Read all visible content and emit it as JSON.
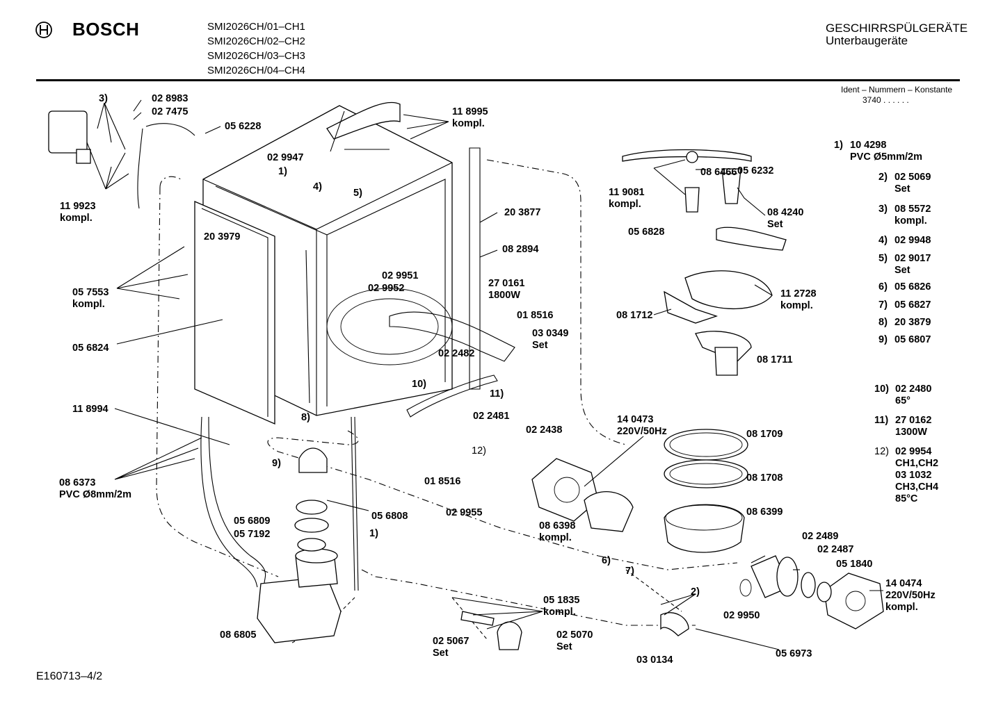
{
  "header": {
    "brand": "BOSCH",
    "models": [
      "SMI2026CH/01–CH1",
      "SMI2026CH/02–CH2",
      "SMI2026CH/03–CH3",
      "SMI2026CH/04–CH4"
    ],
    "category": "GESCHIRRSPÜLGERÄTE",
    "subcategory": "Unterbaugeräte",
    "ident_caption": "Ident – Nummern – Konstante",
    "ident_value": "3740  .  .  .  .  .  ."
  },
  "labels": [
    {
      "id": "l1",
      "text": "3)"
    },
    {
      "id": "l2",
      "text": "02 8983"
    },
    {
      "id": "l3",
      "text": "02 7475"
    },
    {
      "id": "l4",
      "text": "05 6228"
    },
    {
      "id": "l5",
      "text": "11 9923\nkompl."
    },
    {
      "id": "l6",
      "text": "1)"
    },
    {
      "id": "l7",
      "text": "4)"
    },
    {
      "id": "l8",
      "text": "20 3979"
    },
    {
      "id": "l9",
      "text": "05 7553\nkompl."
    },
    {
      "id": "l10",
      "text": "05 6824"
    },
    {
      "id": "l11",
      "text": "11 8994"
    },
    {
      "id": "l12",
      "text": "08 6373\nPVC Ø8mm/2m"
    },
    {
      "id": "l13",
      "text": "8)"
    },
    {
      "id": "l14",
      "text": "9)"
    },
    {
      "id": "l15",
      "text": "05 6809"
    },
    {
      "id": "l16",
      "text": "05 7192"
    },
    {
      "id": "l17",
      "text": "05 6808"
    },
    {
      "id": "l18",
      "text": "1)"
    },
    {
      "id": "l19",
      "text": "08 6805"
    },
    {
      "id": "l20",
      "text": "02 9947"
    },
    {
      "id": "l21",
      "text": "11 8995\nkompl."
    },
    {
      "id": "l22",
      "text": "5)"
    },
    {
      "id": "l23",
      "text": "20 3877"
    },
    {
      "id": "l24",
      "text": "08 2894"
    },
    {
      "id": "l25",
      "text": "02 9951"
    },
    {
      "id": "l26",
      "text": "02 9952"
    },
    {
      "id": "l27",
      "text": "27 0161\n1800W"
    },
    {
      "id": "l28",
      "text": "01 8516"
    },
    {
      "id": "l29",
      "text": "03 0349\nSet"
    },
    {
      "id": "l30",
      "text": "02 2482"
    },
    {
      "id": "l31",
      "text": "10)"
    },
    {
      "id": "l32",
      "text": "11)"
    },
    {
      "id": "l33",
      "text": "02 2481"
    },
    {
      "id": "l34",
      "text": "12)"
    },
    {
      "id": "l35",
      "text": "01 8516"
    },
    {
      "id": "l36",
      "text": "02 2438"
    },
    {
      "id": "l37",
      "text": "02 9955"
    },
    {
      "id": "l38",
      "text": "14 0473\n220V/50Hz"
    },
    {
      "id": "l39",
      "text": "08 6398\nkompl."
    },
    {
      "id": "l40",
      "text": "6)"
    },
    {
      "id": "l41",
      "text": "7)"
    },
    {
      "id": "l42",
      "text": "05 1835\nkompl."
    },
    {
      "id": "l43",
      "text": "02 5067\nSet"
    },
    {
      "id": "l44",
      "text": "02 5070\nSet"
    },
    {
      "id": "l45",
      "text": "11 9081\nkompl."
    },
    {
      "id": "l46",
      "text": "08 6466"
    },
    {
      "id": "l47",
      "text": "05 6232"
    },
    {
      "id": "l48",
      "text": "08 4240\nSet"
    },
    {
      "id": "l49",
      "text": "05 6828"
    },
    {
      "id": "l50",
      "text": "11 2728\nkompl."
    },
    {
      "id": "l51",
      "text": "08 1712"
    },
    {
      "id": "l52",
      "text": "08 1711"
    },
    {
      "id": "l53",
      "text": "08 1709"
    },
    {
      "id": "l54",
      "text": "08 1708"
    },
    {
      "id": "l55",
      "text": "08 6399"
    },
    {
      "id": "l56",
      "text": "02 2489"
    },
    {
      "id": "l57",
      "text": "02 2487"
    },
    {
      "id": "l58",
      "text": "05 1840"
    },
    {
      "id": "l59",
      "text": "2)"
    },
    {
      "id": "l60",
      "text": "02 9950"
    },
    {
      "id": "l61",
      "text": "14 0474\n220V/50Hz\nkompl."
    },
    {
      "id": "l62",
      "text": "05 6973"
    },
    {
      "id": "l63",
      "text": "03 0134"
    }
  ],
  "legend": [
    {
      "key": "1)",
      "value": "10 4298\nPVC Ø5mm/2m"
    },
    {
      "key": "2)",
      "value": "02 5069\nSet"
    },
    {
      "key": "3)",
      "value": "08 5572\nkompl."
    },
    {
      "key": "4)",
      "value": "02 9948"
    },
    {
      "key": "5)",
      "value": "02 9017\nSet"
    },
    {
      "key": "6)",
      "value": "05 6826"
    },
    {
      "key": "7)",
      "value": "05 6827"
    },
    {
      "key": "8)",
      "value": "20 3879"
    },
    {
      "key": "9)",
      "value": "05 6807"
    },
    {
      "key": "10)",
      "value": "02 2480\n65°"
    },
    {
      "key": "11)",
      "value": "27 0162\n1300W"
    },
    {
      "key": "12)",
      "value": "02 9954\nCH1,CH2\n03 1032\nCH3,CH4\n85°C"
    }
  ],
  "footer": {
    "drawing_id": "E160713–4/2"
  }
}
